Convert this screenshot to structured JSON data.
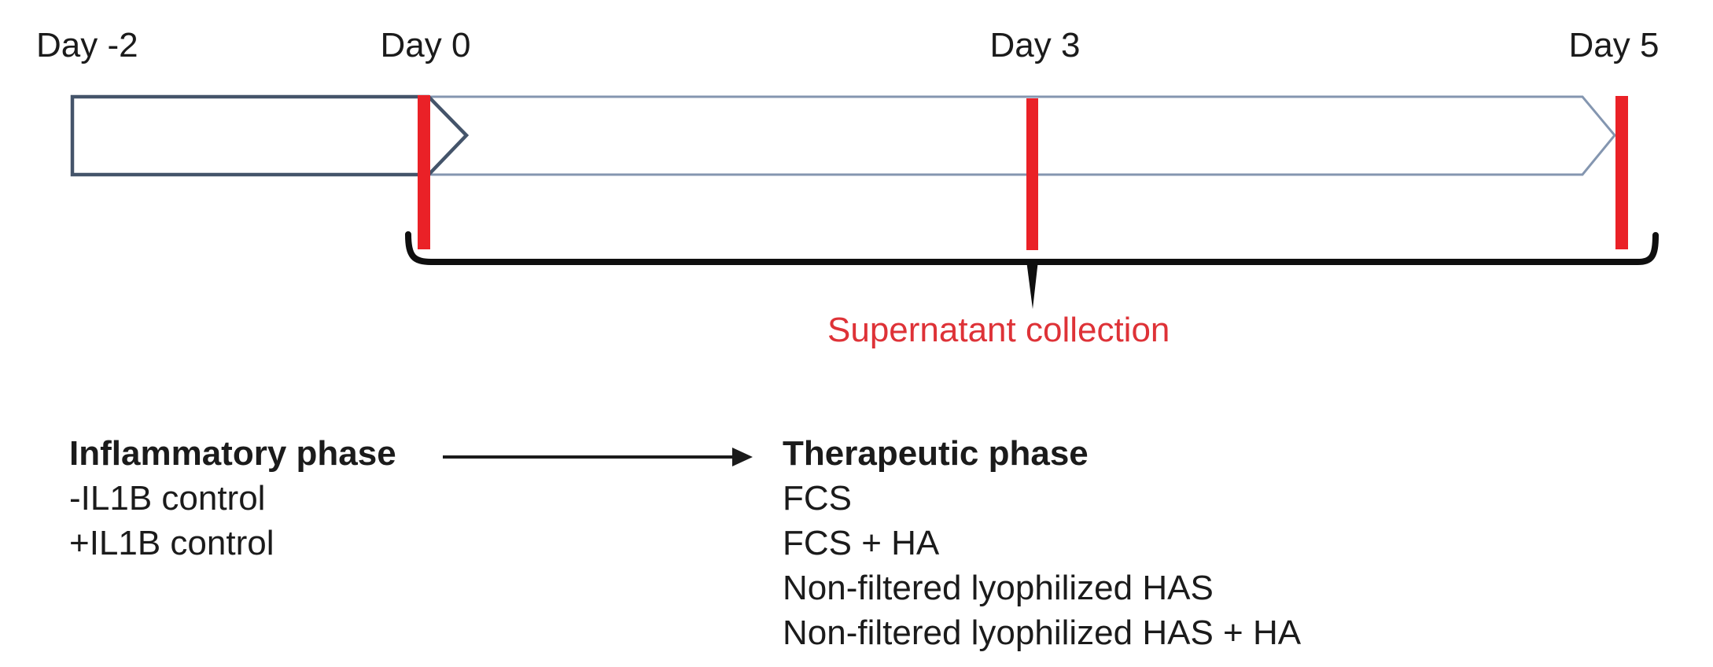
{
  "timeline": {
    "day_labels": [
      "Day -2",
      "Day 0",
      "Day 3",
      "Day 5"
    ],
    "annotation": "Supernatant collection",
    "marker_days": [
      "Day 0",
      "Day 3",
      "Day 5"
    ]
  },
  "legend": {
    "inflammatory": {
      "title": "Inflammatory phase",
      "items": [
        "-IL1B control",
        "+IL1B control"
      ]
    },
    "therapeutic": {
      "title": "Therapeutic phase",
      "items": [
        "FCS",
        "FCS + HA",
        "Non-filtered lyophilized HAS",
        "Non-filtered lyophilized HAS + HA"
      ]
    }
  },
  "icons": {
    "phase1_arrow": "right-pentagon-arrow-outline",
    "phase2_arrow": "right-pentagon-arrow-outline",
    "transition_arrow": "right-arrow",
    "bracket": "under-brace"
  },
  "colors": {
    "marker_red": "#ea2127",
    "annotation_red": "#de3237",
    "phase1_border": "#44546a",
    "phase2_border": "#8496b0",
    "bracket_black": "#0f0f0f",
    "text_black": "#1b1b1b",
    "shape_fill": "#ffffff"
  }
}
